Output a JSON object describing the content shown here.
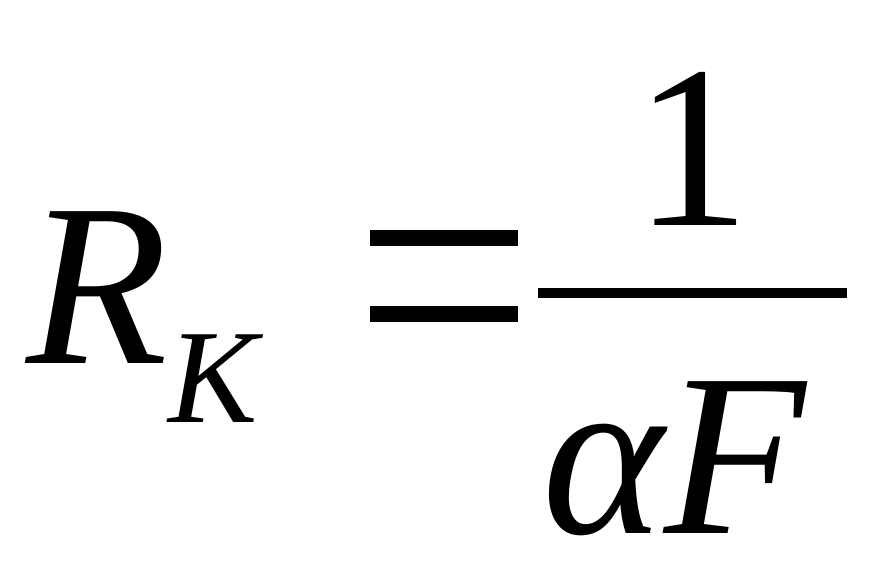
{
  "formula": {
    "lhs_symbol": "R",
    "lhs_subscript": "K",
    "numerator": "1",
    "denominator": "αF"
  }
}
